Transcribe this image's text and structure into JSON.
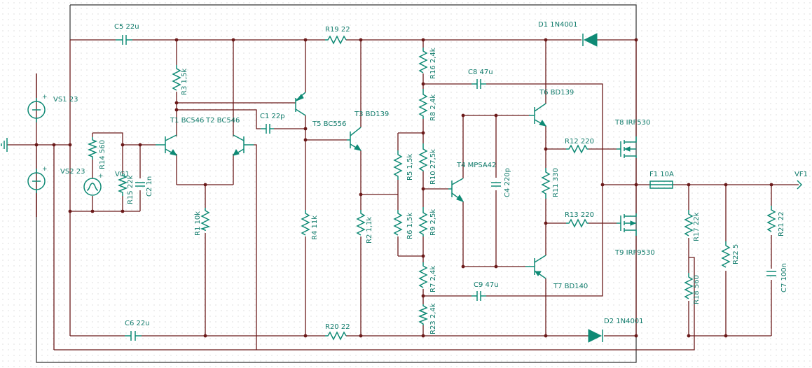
{
  "components": {
    "vs1": "VS1 23",
    "vs2": "VS2 23",
    "vg1": "VG1",
    "c5": "C5 22u",
    "c6": "C6 22u",
    "c1": "C1 22p",
    "c2": "C2 1n",
    "c4": "C4 220p",
    "c7": "C7 100n",
    "c8": "C8 47u",
    "c9": "C9 47u",
    "r1": "R1 10k",
    "r2": "R2 1,1k",
    "r3": "R3 1,5k",
    "r4": "R4 11k",
    "r5": "R5 1,5k",
    "r6": "R6 1,5k",
    "r7": "R7 2,4k",
    "r8": "R8 2,4k",
    "r9": "R9 2,5k",
    "r10": "R10 27,5k",
    "r11": "R11 330",
    "r12": "R12 220",
    "r13": "R13 220",
    "r14": "R14 560",
    "r15": "R15 22k",
    "r16": "R16 2,4k",
    "r17": "R17 22k",
    "r18": "R18 560",
    "r19": "R19 22",
    "r20": "R20 22",
    "r21": "R21 22",
    "r22": "R22 5",
    "r23": "R23 2,4k",
    "t1": "T1 BC546",
    "t2": "T2 BC546",
    "t3": "T3 BD139",
    "t4": "T4 MPSA42",
    "t5": "T5 BC556",
    "t6": "T6 BD139",
    "t7": "T7 BD140",
    "t8": "T8 IRF530",
    "t9": "T9 IRF9530",
    "d1": "D1 1N4001",
    "d2": "D2 1N4001",
    "f1": "F1 10A",
    "vf1": "VF1"
  },
  "polarity": {
    "plus": "+"
  },
  "colors": {
    "wire": "#6b1a1a",
    "component": "#0f8a75",
    "label": "#0f7a6a",
    "grid": "#c9c9c9"
  }
}
